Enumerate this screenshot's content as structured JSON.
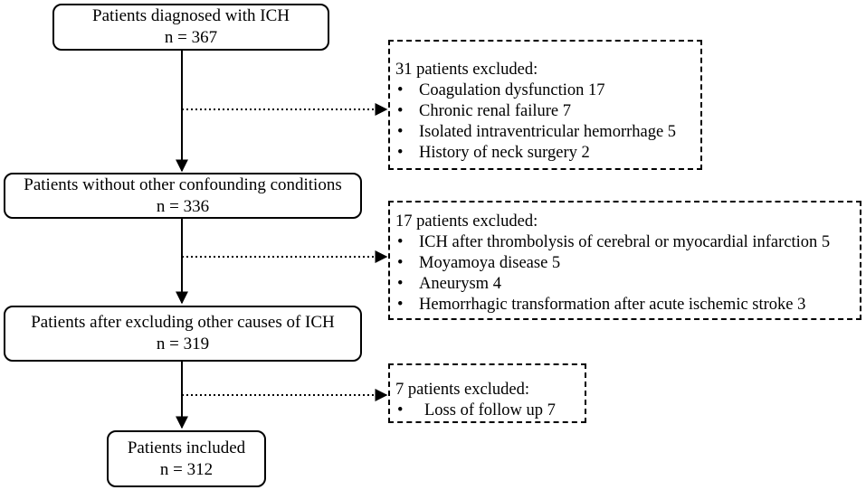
{
  "boxes": {
    "b1": {
      "title": "Patients diagnosed with ICH",
      "count": "n = 367"
    },
    "b2": {
      "title": "Patients without other confounding conditions",
      "count": "n =  336"
    },
    "b3": {
      "title": "Patients after excluding other causes of  ICH",
      "count": "n = 319"
    },
    "b4": {
      "title": "Patients included",
      "count": "n = 312"
    }
  },
  "exclusions": {
    "e1": {
      "header": "31 patients excluded:",
      "items": [
        "Coagulation dysfunction 17",
        "Chronic renal failure 7",
        "Isolated intraventricular hemorrhage 5",
        "History of neck surgery 2"
      ]
    },
    "e2": {
      "header": "17 patients excluded:",
      "items": [
        "ICH after thrombolysis of  cerebral or myocardial infarction 5",
        "Moyamoya disease 5",
        "Aneurysm 4",
        "Hemorrhagic transformation after acute ischemic stroke 3"
      ]
    },
    "e3": {
      "header": "7 patients excluded:",
      "items": [
        "Loss of follow up 7"
      ]
    }
  },
  "bullet": "•"
}
